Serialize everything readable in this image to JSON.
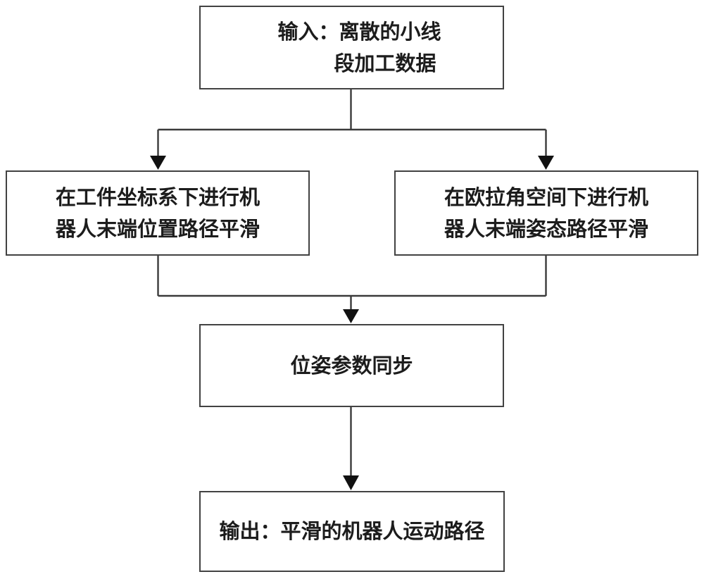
{
  "diagram": {
    "type": "flowchart",
    "language": "zh-CN",
    "colors": {
      "background": "#ffffff",
      "box_border": "#424242",
      "connector": "#3a3a3a",
      "arrowhead": "#111111",
      "text": "#1c1c1c"
    },
    "nodes": {
      "input": {
        "lines": [
          "输入：离散的小线",
          "段加工数据"
        ],
        "full_text": "输入：离散的小线段加工数据"
      },
      "position_smoothing": {
        "lines": [
          "在工件坐标系下进行机",
          "器人末端位置路径平滑"
        ],
        "full_text": "在工件坐标系下进行机器人末端位置路径平滑"
      },
      "orientation_smoothing": {
        "lines": [
          "在欧拉角空间下进行机",
          "器人末端姿态路径平滑"
        ],
        "full_text": "在欧拉角空间下进行机器人末端姿态路径平滑"
      },
      "pose_sync": {
        "lines": [
          "位姿参数同步"
        ],
        "full_text": "位姿参数同步"
      },
      "output": {
        "lines": [
          "输出：平滑的机器人运动路径"
        ],
        "full_text": "输出：平滑的机器人运动路径"
      }
    },
    "edges": [
      {
        "from": "input",
        "to": "position_smoothing",
        "arrow": true
      },
      {
        "from": "input",
        "to": "orientation_smoothing",
        "arrow": true
      },
      {
        "from": "position_smoothing",
        "to": "pose_sync",
        "arrow": true
      },
      {
        "from": "orientation_smoothing",
        "to": "pose_sync",
        "arrow": true
      },
      {
        "from": "pose_sync",
        "to": "output",
        "arrow": true
      }
    ]
  }
}
